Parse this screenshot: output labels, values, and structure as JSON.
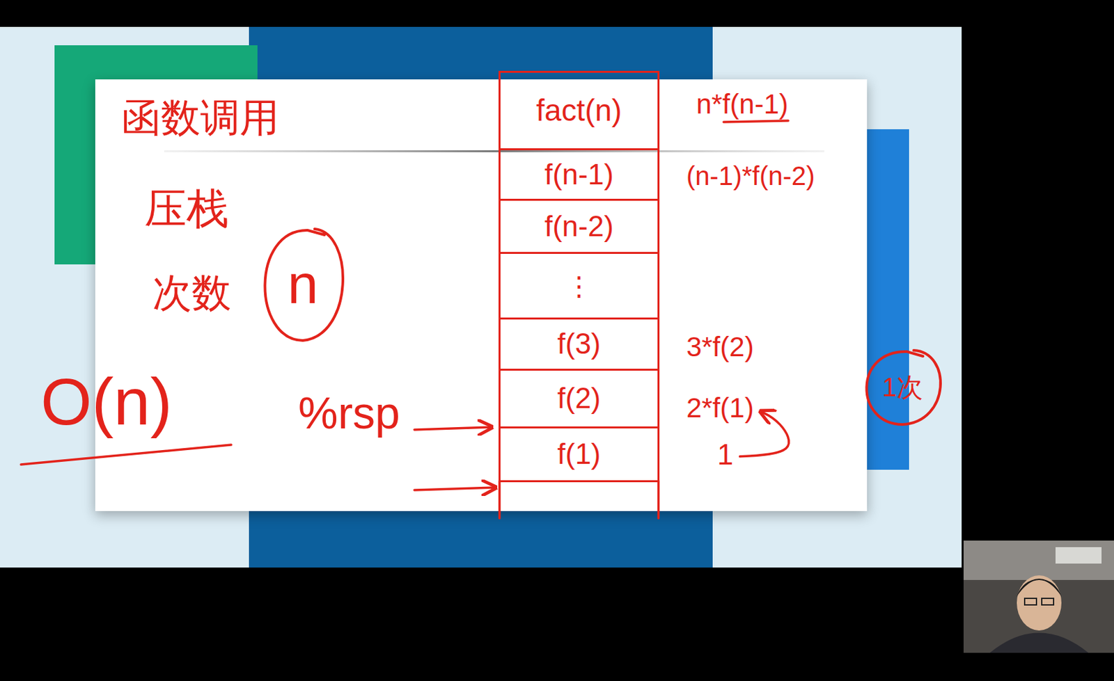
{
  "diagram": {
    "nodes": [
      {
        "text": [
          "fact(n)"
        ]
      },
      {
        "text": [
          "f(n-1)"
        ]
      },
      {
        "text": [
          "f(n-2)"
        ]
      },
      {
        "text": [
          "⋮"
        ]
      },
      {
        "text": [
          "f(3)"
        ]
      },
      {
        "text": [
          "f(2)"
        ]
      },
      {
        "text": [
          "f(1)"
        ]
      },
      {
        "text": [
          "n"
        ]
      },
      {
        "text": [
          "1次"
        ]
      }
    ],
    "labels": [
      "函数调用",
      "压栈",
      "次数",
      "O(n)",
      "%rsp",
      "n*f(n-1)",
      "(n-1)*f(n-2)",
      "3*f(2)",
      "2*f(1)",
      "1"
    ]
  }
}
